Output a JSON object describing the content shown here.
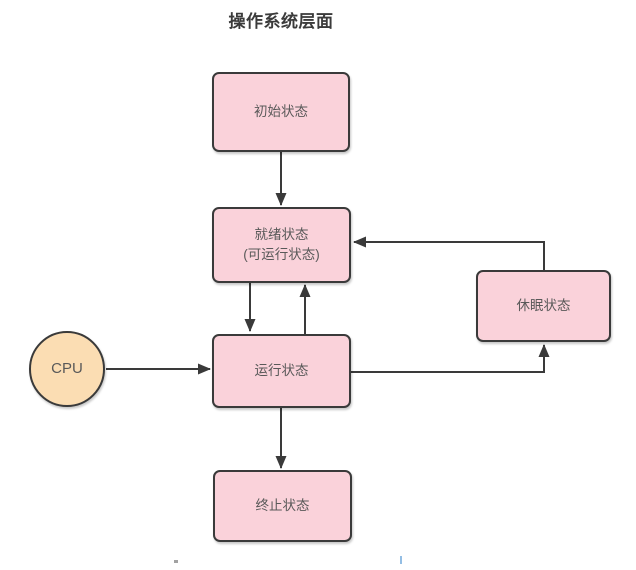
{
  "diagram": {
    "title": "操作系统层面",
    "nodes": [
      {
        "id": "initial",
        "label": "初始状态",
        "shape": "rect"
      },
      {
        "id": "ready",
        "label": "就绪状态",
        "sublabel": "(可运行状态)",
        "shape": "rect"
      },
      {
        "id": "running",
        "label": "运行状态",
        "shape": "rect"
      },
      {
        "id": "terminated",
        "label": "终止状态",
        "shape": "rect"
      },
      {
        "id": "sleep",
        "label": "休眠状态",
        "shape": "rect"
      },
      {
        "id": "cpu",
        "label": "CPU",
        "shape": "circle"
      }
    ],
    "edges": [
      {
        "from": "initial",
        "to": "ready"
      },
      {
        "from": "ready",
        "to": "running"
      },
      {
        "from": "running",
        "to": "ready"
      },
      {
        "from": "cpu",
        "to": "running"
      },
      {
        "from": "running",
        "to": "terminated"
      },
      {
        "from": "running",
        "to": "sleep"
      },
      {
        "from": "sleep",
        "to": "ready"
      }
    ],
    "colors": {
      "state_fill": "#FAD2DA",
      "state_border": "#3A3A3A",
      "cpu_fill": "#FBDDB3",
      "line": "#3A3A3A",
      "label_text": "#595959",
      "title_text": "#3B3B3B",
      "background": "#FFFFFF"
    }
  }
}
